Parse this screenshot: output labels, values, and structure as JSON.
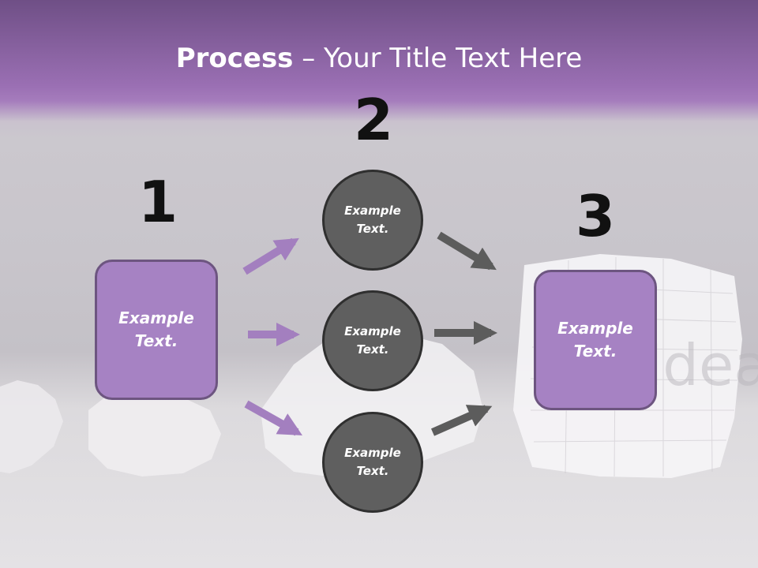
{
  "title": {
    "bold": "Process",
    "rest": " – Your Title Text Here"
  },
  "steps": {
    "one": "1",
    "two": "2",
    "three": "3"
  },
  "left_box": {
    "line1": "Example",
    "line2": "Text."
  },
  "circles": [
    {
      "line1": "Example",
      "line2": "Text."
    },
    {
      "line1": "Example",
      "line2": "Text."
    },
    {
      "line1": "Example",
      "line2": "Text."
    }
  ],
  "right_box": {
    "line1": "Example",
    "line2": "Text."
  },
  "background_note": "Idea",
  "colors": {
    "accent": "#a682c3",
    "accent_border": "#6d5580",
    "circle": "#5f5f5f",
    "arrow_purple": "#a37fbf",
    "arrow_gray": "#5c5c5c",
    "header": "#9a6fb3"
  }
}
